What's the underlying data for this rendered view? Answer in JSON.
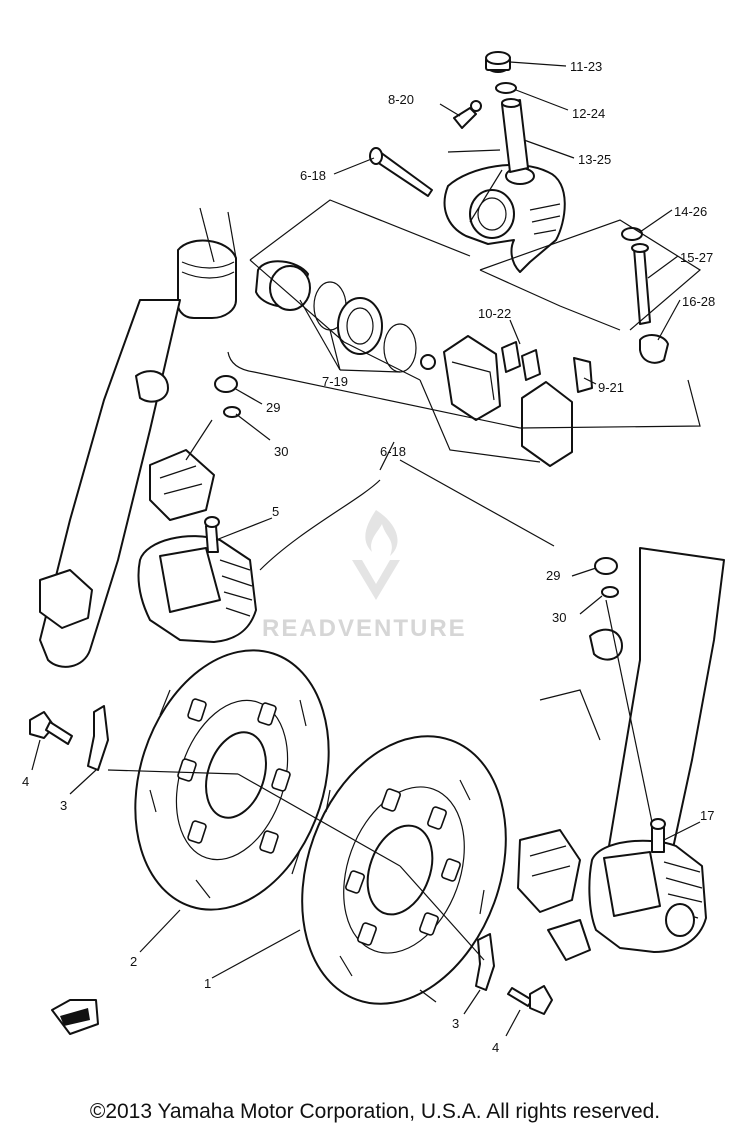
{
  "diagram": {
    "callouts": [
      "11-23",
      "12-24",
      "8-20",
      "13-25",
      "6-18",
      "14-26",
      "15-27",
      "16-28",
      "10-22",
      "7-19",
      "9-21",
      "29",
      "30",
      "6-18",
      "5",
      "29",
      "30",
      "4",
      "3",
      "17",
      "2",
      "1",
      "3",
      "4"
    ],
    "watermark": "READVENTURE",
    "copyright": "©2013 Yamaha Motor Corporation, U.S.A. All rights reserved."
  }
}
